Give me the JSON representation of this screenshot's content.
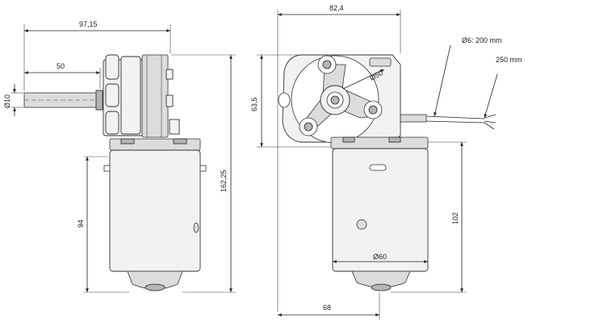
{
  "dimensions": {
    "side_total_length": "97,15",
    "shaft_length": "50",
    "shaft_diameter": "Ø10",
    "motor_length": "94",
    "total_height": "162,25",
    "front_width": "82,4",
    "front_height": "63,5",
    "flange_diameter": "Ø50",
    "cable_1": "Ø6: 200 mm",
    "cable_2": "250 mm",
    "motor_height": "102",
    "motor_diameter": "Ø60",
    "axis_offset": "68"
  }
}
